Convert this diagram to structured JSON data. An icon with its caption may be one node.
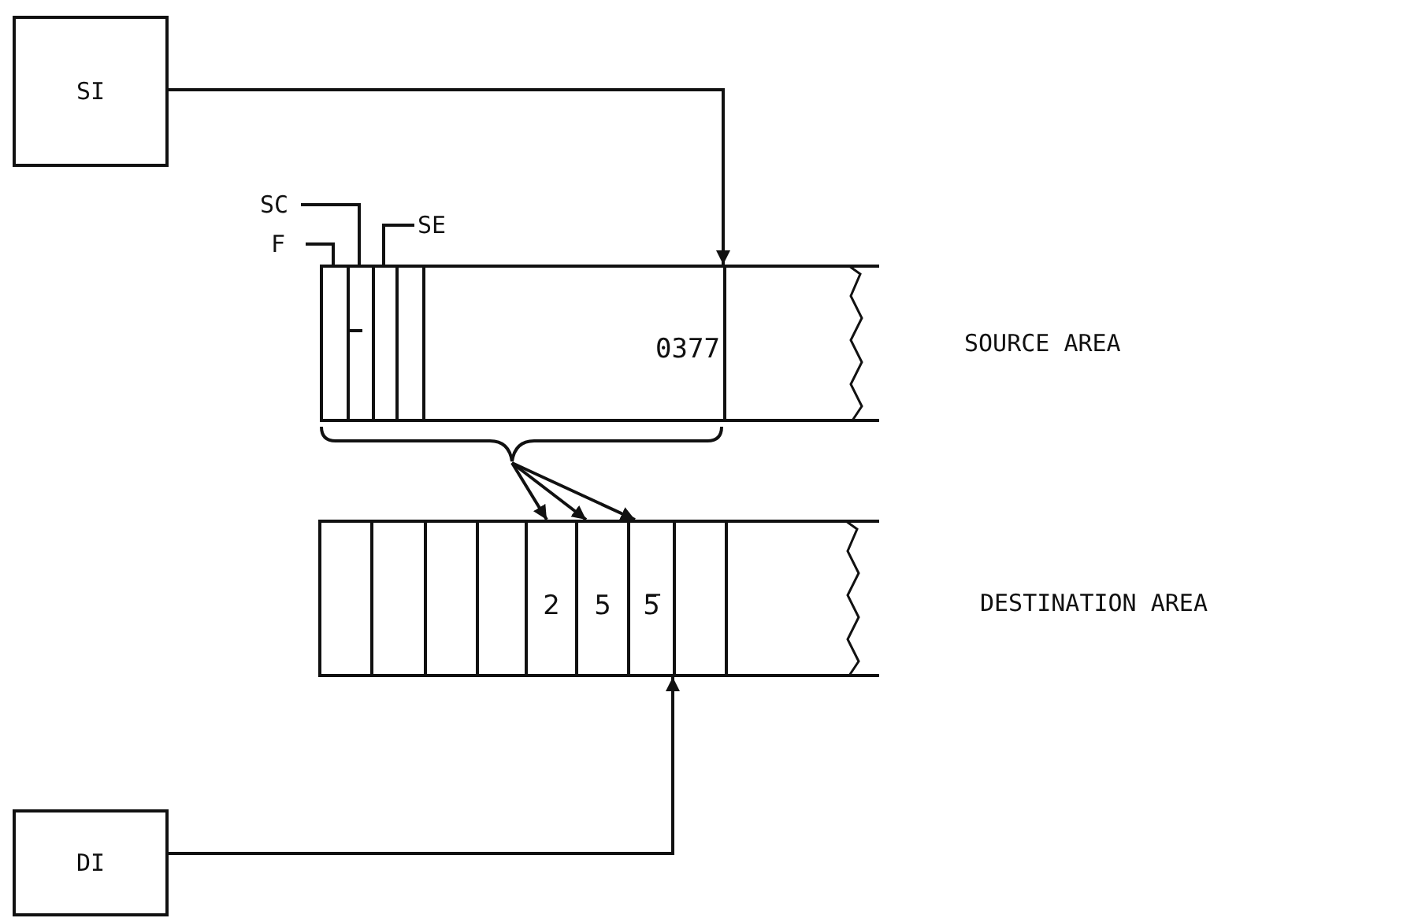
{
  "diagram": {
    "nodes": [
      {
        "text": [
          "SI"
        ]
      },
      {
        "text": [
          "F"
        ]
      },
      {
        "text": [
          "SC"
        ]
      },
      {
        "text": [
          "SE"
        ]
      },
      {
        "text": [],
        "shape": "box"
      },
      {
        "text": [],
        "shape": "box",
        "in": 4
      },
      {
        "text": [],
        "shape": "box",
        "in": 4
      },
      {
        "text": [],
        "shape": "box",
        "in": 4
      },
      {
        "text": [],
        "shape": "box",
        "in": 4
      },
      {
        "text": [
          "0377"
        ],
        "in": 4
      },
      {
        "text": [],
        "shape": "box",
        "in": 4
      },
      {
        "text": [],
        "shape": "brace"
      },
      {
        "text": [],
        "shape": "box"
      },
      {
        "text": [],
        "shape": "box",
        "in": 12
      },
      {
        "text": [],
        "shape": "box",
        "in": 12
      },
      {
        "text": [],
        "shape": "box",
        "in": 12
      },
      {
        "text": [],
        "shape": "box",
        "in": 12
      },
      {
        "text": [
          "2"
        ],
        "in": 12
      },
      {
        "text": [
          "5"
        ],
        "in": 12
      },
      {
        "text": [
          "5̅"
        ],
        "in": 12
      },
      {
        "text": [],
        "shape": "box",
        "in": 12
      },
      {
        "text": [],
        "shape": "box",
        "in": 12
      },
      {
        "text": [
          "DI"
        ]
      }
    ],
    "edges": [
      {
        "from": 0,
        "to": 4,
        "arrow": "to"
      },
      {
        "from": 1,
        "to": 5,
        "arrow": "none"
      },
      {
        "from": 2,
        "to": 6,
        "arrow": "none"
      },
      {
        "from": 3,
        "to": 7,
        "arrow": "none"
      },
      {
        "from": 11,
        "to": 17,
        "arrow": "to"
      },
      {
        "from": 11,
        "to": 18,
        "arrow": "to"
      },
      {
        "from": 11,
        "to": 19,
        "arrow": "to"
      },
      {
        "from": 22,
        "to": 12,
        "arrow": "to"
      }
    ],
    "labels": [
      "SOURCE AREA",
      "DESTINATION AREA"
    ]
  }
}
